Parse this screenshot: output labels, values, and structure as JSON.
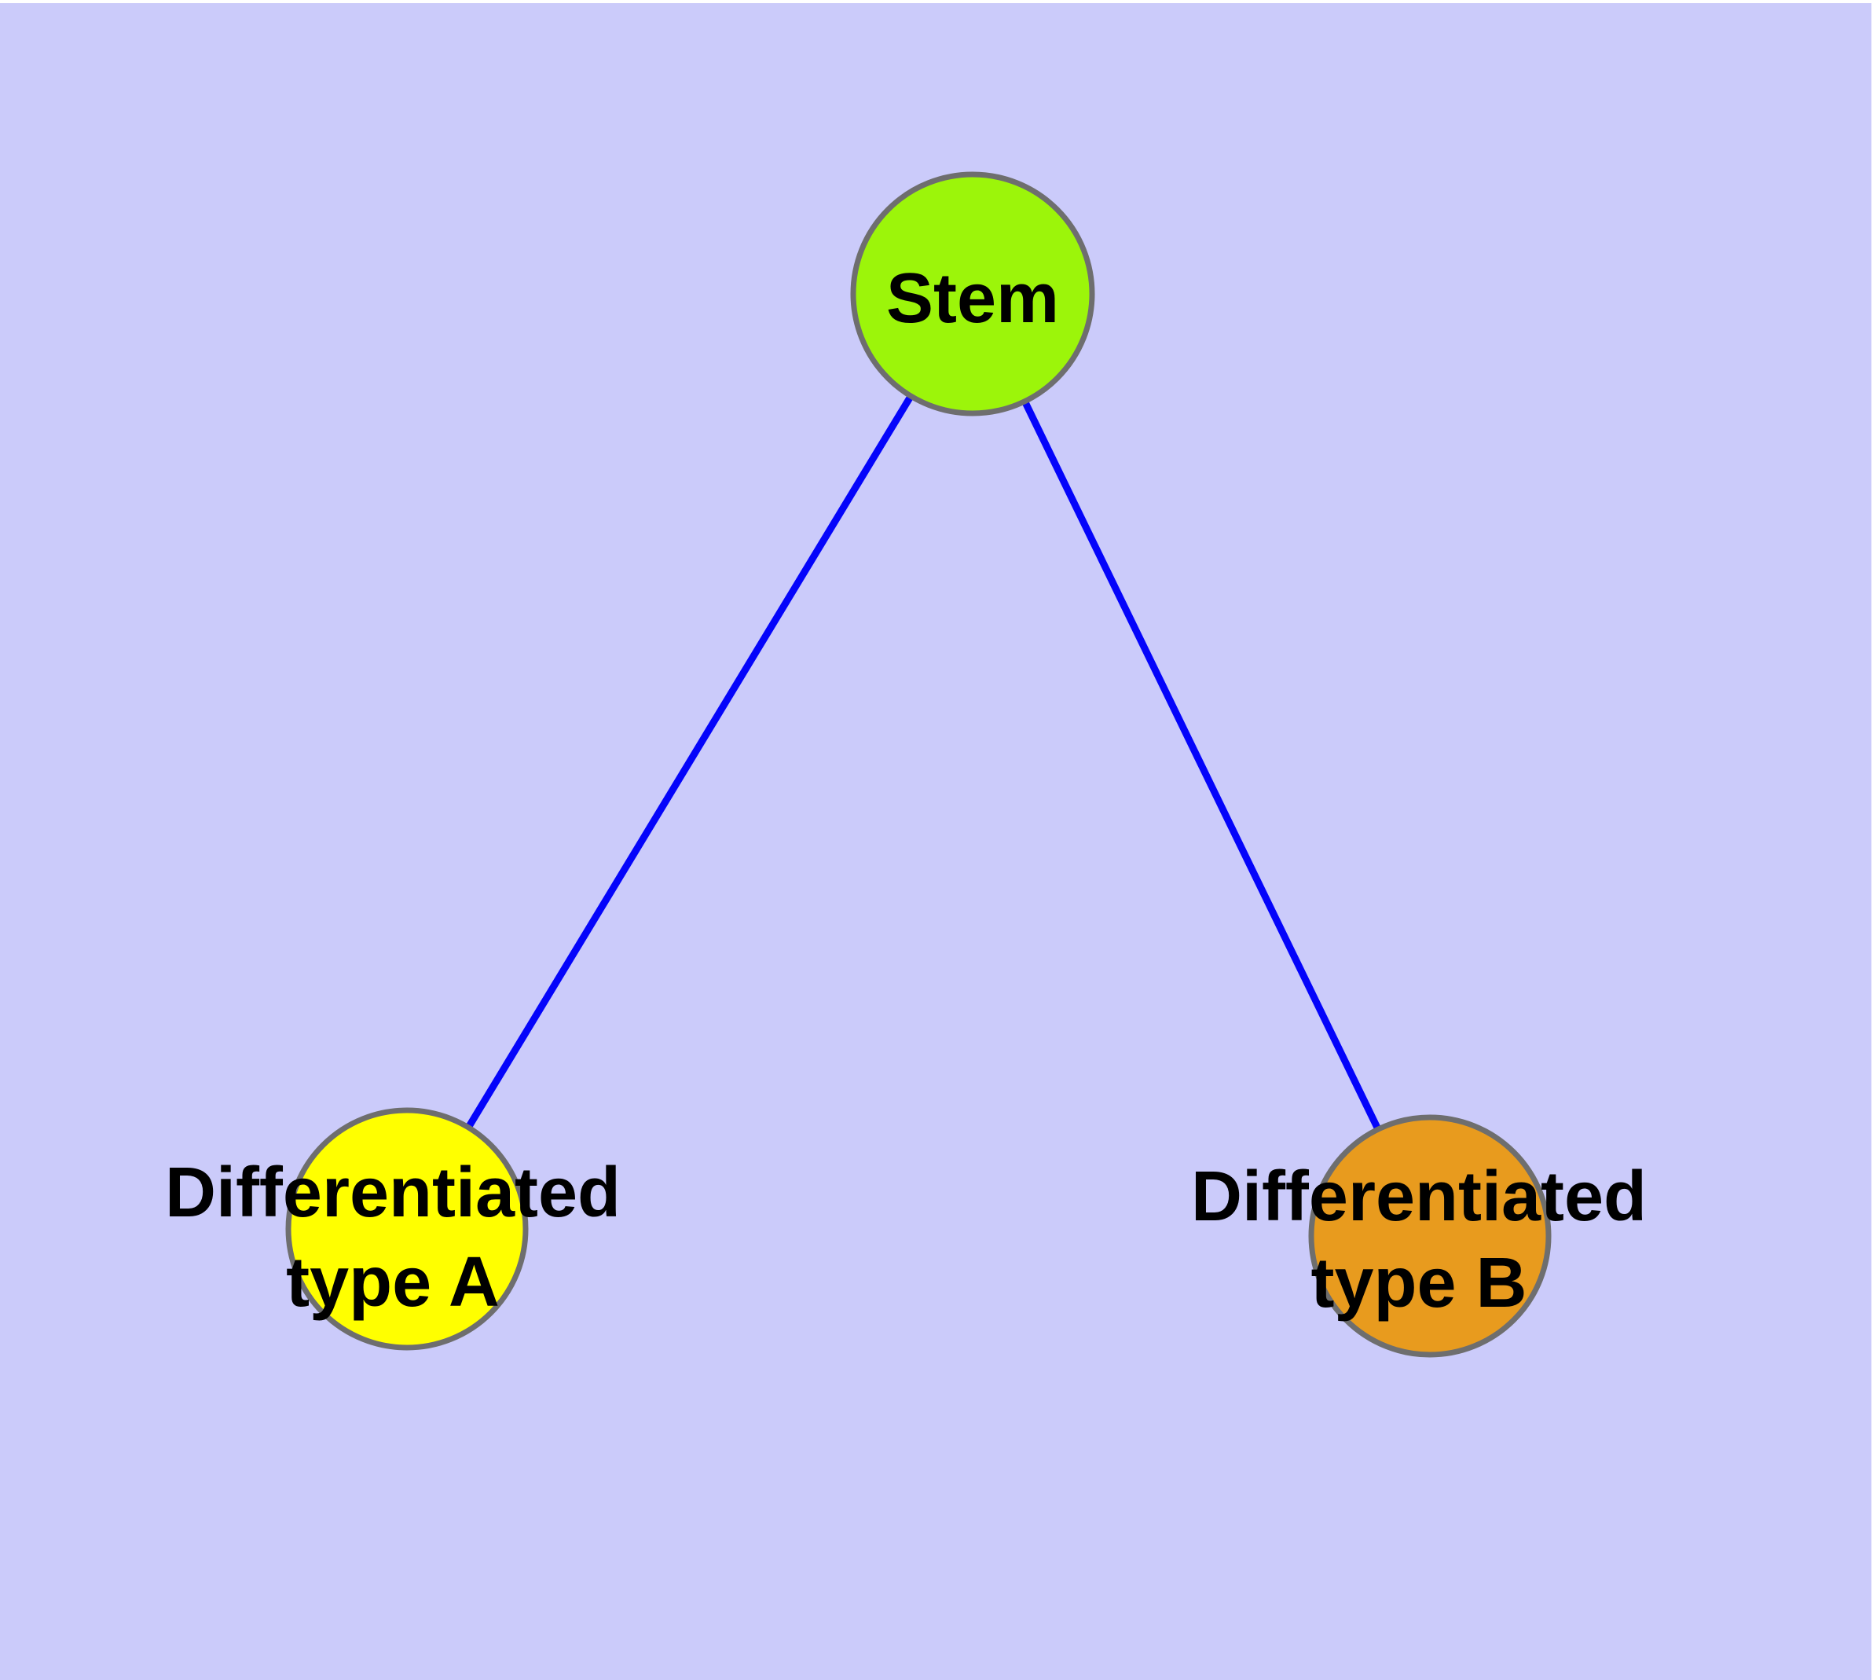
{
  "diagram": {
    "type": "node-link-graph",
    "background_color": "#CBCBFA",
    "window_border_color": "#FFFFFF",
    "edge_color": "#0404FA",
    "node_border_color": "#6E6E6E",
    "label_color": "#000000",
    "nodes": [
      {
        "id": "stem",
        "label": "Stem",
        "fill": "#9CF50A"
      },
      {
        "id": "differentiated-type-a",
        "label": "Differentiated type A",
        "label_lines": [
          "Differentiated",
          "type A"
        ],
        "fill": "#FFFF00"
      },
      {
        "id": "differentiated-type-b",
        "label": "Differentiated type B",
        "label_lines": [
          "Differentiated",
          "type B"
        ],
        "fill": "#E89B1E"
      }
    ],
    "edges": [
      {
        "from": "stem",
        "to": "differentiated-type-a"
      },
      {
        "from": "stem",
        "to": "differentiated-type-b"
      }
    ]
  }
}
